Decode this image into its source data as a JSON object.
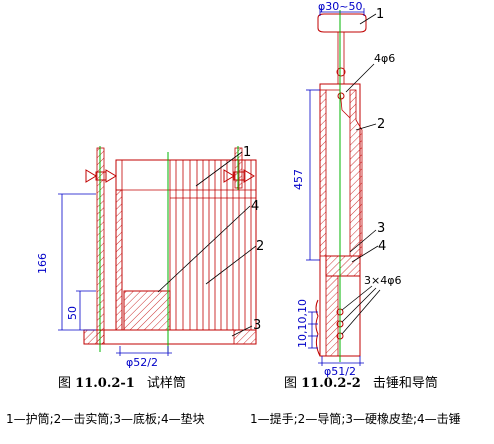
{
  "figure_a": {
    "caption_prefix": "图",
    "number": "11.0.2-1",
    "name": "试样筒",
    "legend": "1—护筒;2—击实筒;3—底板;4—垫块",
    "callouts": [
      "1",
      "4",
      "2",
      "3"
    ],
    "dims": {
      "height_total": "166",
      "height_base": "50",
      "diameter": "φ52/2"
    }
  },
  "figure_b": {
    "caption_prefix": "图",
    "number": "11.0.2-2",
    "name": "击锤和导筒",
    "legend": "1—提手;2—导筒;3—硬橡皮垫;4—击锤",
    "callouts": [
      "1",
      "2",
      "3",
      "4"
    ],
    "dims": {
      "top_diameter": "φ30~50",
      "holes_top": "4φ6",
      "height": "457",
      "holes_bottom": "3×4φ6",
      "spacing": "10,10,10",
      "diameter": "φ51/2"
    }
  },
  "colors": {
    "drawing": "#c00000",
    "centerline": "#00b400",
    "dimension": "#0000c8",
    "caption": "#000000"
  }
}
